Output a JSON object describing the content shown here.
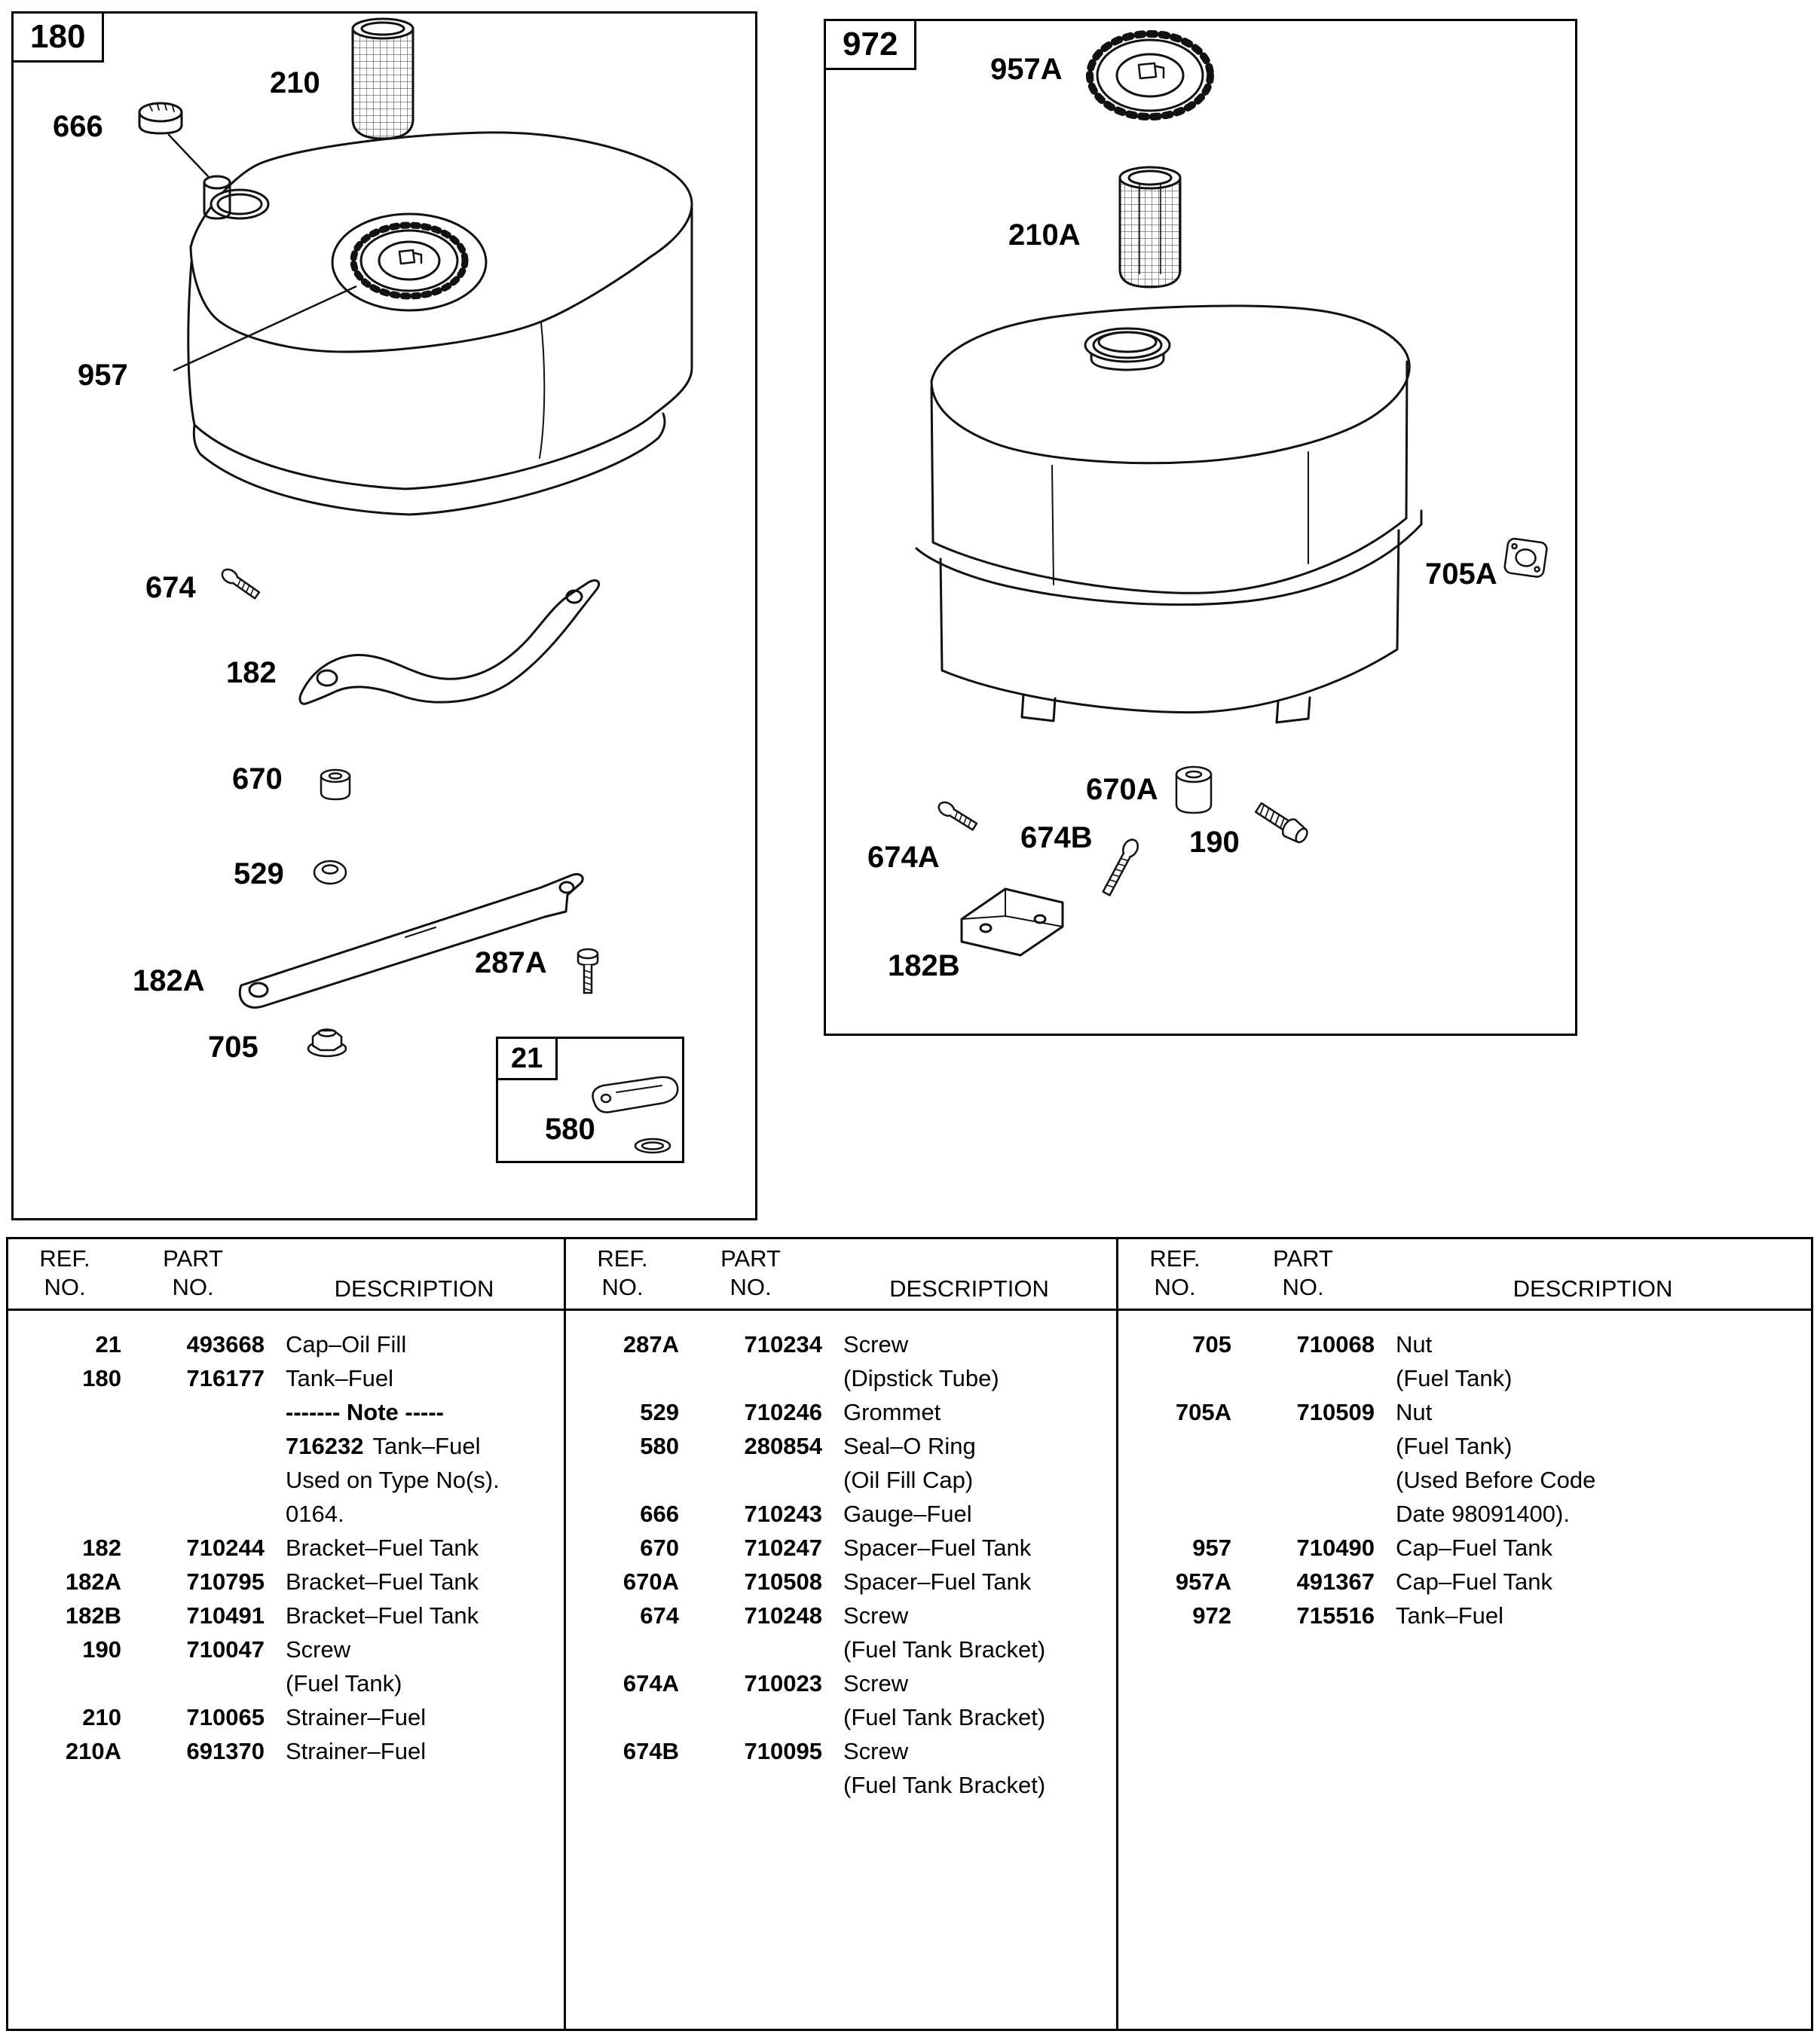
{
  "colors": {
    "ink": "#000000",
    "background": "#ffffff"
  },
  "panel180": {
    "box_label": "180",
    "inner_box_label": "21",
    "labels": {
      "l210": "210",
      "l666": "666",
      "l957": "957",
      "l674": "674",
      "l182": "182",
      "l670": "670",
      "l529": "529",
      "l182A": "182A",
      "l287A": "287A",
      "l705": "705",
      "l580": "580"
    }
  },
  "panel972": {
    "box_label": "972",
    "labels": {
      "l957A": "957A",
      "l210A": "210A",
      "l705A": "705A",
      "l670A": "670A",
      "l674A": "674A",
      "l674B": "674B",
      "l190": "190",
      "l182B": "182B"
    }
  },
  "table": {
    "headers": {
      "ref1": "REF.",
      "ref2": "NO.",
      "part1": "PART",
      "part2": "NO.",
      "desc": "DESCRIPTION"
    },
    "col1": [
      {
        "ref": "21",
        "part": "493668",
        "desc": "Cap–Oil Fill"
      },
      {
        "ref": "180",
        "part": "716177",
        "desc": "Tank–Fuel"
      },
      {
        "pre": "------- Note -----"
      },
      {
        "pre": "716232",
        "desc": "Tank–Fuel"
      },
      {
        "desc": "Used on Type No(s)."
      },
      {
        "desc": "0164."
      },
      {
        "ref": "182",
        "part": "710244",
        "desc": "Bracket–Fuel Tank"
      },
      {
        "ref": "182A",
        "part": "710795",
        "desc": "Bracket–Fuel Tank"
      },
      {
        "ref": "182B",
        "part": "710491",
        "desc": "Bracket–Fuel Tank"
      },
      {
        "ref": "190",
        "part": "710047",
        "desc": "Screw"
      },
      {
        "desc": "(Fuel Tank)"
      },
      {
        "ref": "210",
        "part": "710065",
        "desc": "Strainer–Fuel"
      },
      {
        "ref": "210A",
        "part": "691370",
        "desc": "Strainer–Fuel"
      }
    ],
    "col2": [
      {
        "ref": "287A",
        "part": "710234",
        "desc": "Screw"
      },
      {
        "desc": "(Dipstick Tube)"
      },
      {
        "ref": "529",
        "part": "710246",
        "desc": "Grommet"
      },
      {
        "ref": "580",
        "part": "280854",
        "desc": "Seal–O Ring"
      },
      {
        "desc": "(Oil Fill Cap)"
      },
      {
        "ref": "666",
        "part": "710243",
        "desc": "Gauge–Fuel"
      },
      {
        "ref": "670",
        "part": "710247",
        "desc": "Spacer–Fuel Tank"
      },
      {
        "ref": "670A",
        "part": "710508",
        "desc": "Spacer–Fuel Tank"
      },
      {
        "ref": "674",
        "part": "710248",
        "desc": "Screw"
      },
      {
        "desc": "(Fuel Tank Bracket)"
      },
      {
        "ref": "674A",
        "part": "710023",
        "desc": "Screw"
      },
      {
        "desc": "(Fuel Tank Bracket)"
      },
      {
        "ref": "674B",
        "part": "710095",
        "desc": "Screw"
      },
      {
        "desc": "(Fuel Tank Bracket)"
      }
    ],
    "col3": [
      {
        "ref": "705",
        "part": "710068",
        "desc": "Nut"
      },
      {
        "desc": "(Fuel Tank)"
      },
      {
        "ref": "705A",
        "part": "710509",
        "desc": "Nut"
      },
      {
        "desc": "(Fuel Tank)"
      },
      {
        "desc": "(Used Before Code"
      },
      {
        "desc": "Date 98091400)."
      },
      {
        "ref": "957",
        "part": "710490",
        "desc": "Cap–Fuel Tank"
      },
      {
        "ref": "957A",
        "part": "491367",
        "desc": "Cap–Fuel Tank"
      },
      {
        "ref": "972",
        "part": "715516",
        "desc": "Tank–Fuel"
      }
    ]
  }
}
